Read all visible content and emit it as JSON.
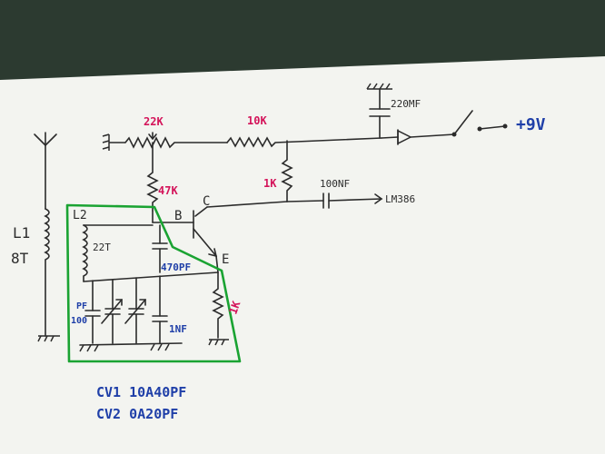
{
  "labels": {
    "r_22k": "22K",
    "r_10k": "10K",
    "r_47k": "47K",
    "r_1k_top": "1K",
    "r_1k_bottom": "1K",
    "c_220uf": "220MF",
    "c_100nf": "100NF",
    "lm386": "LM386",
    "plus9v": "+9V",
    "l1": "L1",
    "l1_turns": "8T",
    "l2": "L2",
    "l2_turns": "22T",
    "c_470pf": "470PF",
    "c_1nf": "1NF",
    "c_100pf_a": "PF",
    "c_100pf_b": "100",
    "pin_b": "B",
    "pin_c": "C",
    "pin_e": "E",
    "cv1": "CV1  10A40PF",
    "cv2": "CV2  0A20PF"
  },
  "colors": {
    "paper": "#f3f4f0",
    "background": "#2c3a30",
    "box_outline": "#1aa332",
    "red_label": "#d4145a",
    "blue_label": "#1f3fa8"
  }
}
